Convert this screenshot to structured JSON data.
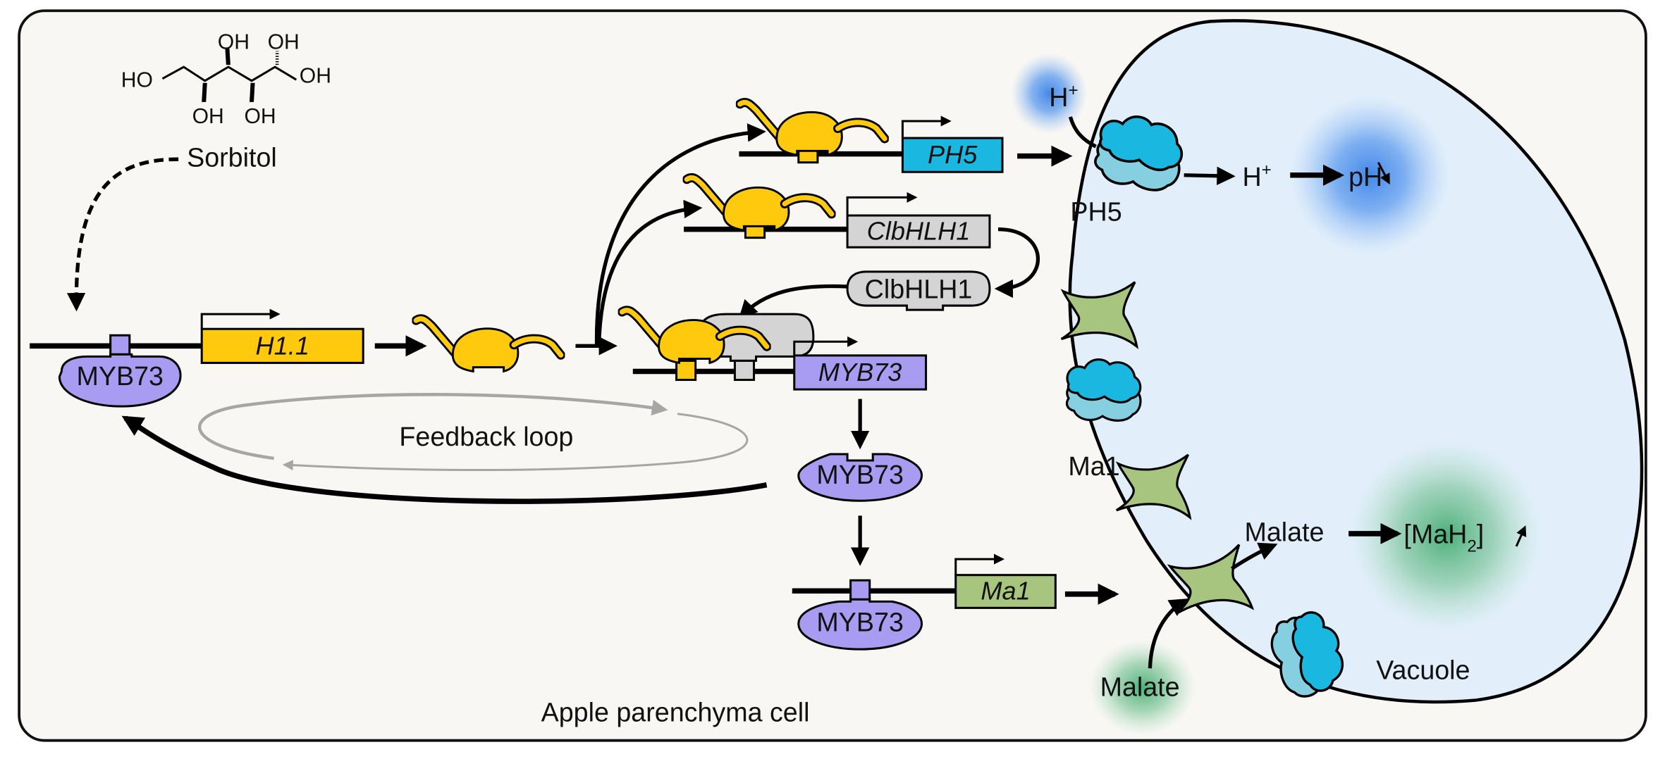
{
  "figure": {
    "cell_label": "Apple parenchyma cell",
    "vacuole_label": "Vacuole",
    "sorbitol": {
      "label": "Sorbitol",
      "groups": [
        "HO",
        "OH",
        "OH",
        "OH",
        "OH",
        "OH"
      ]
    },
    "genes": {
      "h11": "H1.1",
      "ph5": "PH5",
      "clbhlh1": "ClbHLH1",
      "myb73": "MYB73",
      "ma1": "Ma1"
    },
    "proteins": {
      "myb73_bound_promoter": "MYB73",
      "myb73_free": "MYB73",
      "myb73_bound_ma1": "MYB73",
      "clbhlh1": "ClbHLH1"
    },
    "feedback_label": "Feedback loop",
    "transporters": {
      "ph5_label": "PH5",
      "ma1_label": "Ma1"
    },
    "ions": {
      "h_plus_outside": "H",
      "h_plus_outside_sup": "+",
      "h_plus_inside": "H",
      "h_plus_inside_sup": "+",
      "ph": "pH",
      "malate_outside": "Malate",
      "malate_inside": "Malate",
      "mah2_open": "[MaH",
      "mah2_sub": "2",
      "mah2_close": "]"
    },
    "colors": {
      "background": "#f8f7f3",
      "vacuole": "#e2effb",
      "h11_yellow": "#ffc90e",
      "myb_purple": "#a89cf2",
      "ph5_cyan": "#1ab8e0",
      "ph5_light": "#86cfe0",
      "clbhlh_gray": "#d4d4d4",
      "ma1_green": "#a7c57f",
      "feedback_gray": "#a6a6a6",
      "proton_glow": "#3b82e8",
      "malate_glow": "#3aa86a"
    }
  }
}
